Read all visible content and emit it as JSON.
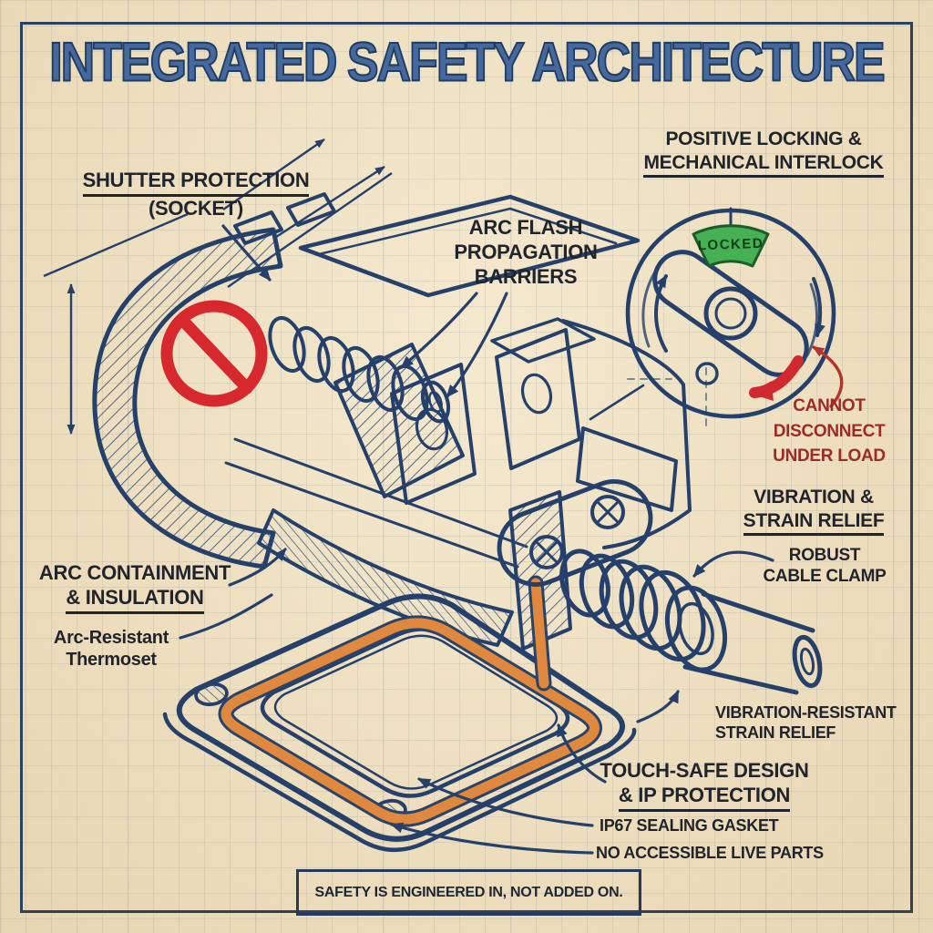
{
  "title": "INTEGRATED SAFETY ARCHITECTURE",
  "labels": {
    "shutter": {
      "line1": "SHUTTER PROTECTION",
      "line2": "(SOCKET)"
    },
    "arc_flash": {
      "line1": "ARC FLASH",
      "line2": "PROPAGATION",
      "line3": "BARRIERS"
    },
    "interlock": {
      "line1": "POSITIVE LOCKING &",
      "line2": "MECHANICAL INTERLOCK"
    },
    "locked_badge": "LOCKED",
    "cannot": {
      "line1": "CANNOT",
      "line2": "DISCONNECT",
      "line3": "UNDER LOAD"
    },
    "vibration": {
      "line1": "VIBRATION &",
      "line2": "STRAIN RELIEF"
    },
    "cable_clamp": {
      "line1": "ROBUST",
      "line2": "CABLE CLAMP"
    },
    "arc_containment": {
      "line1": "ARC CONTAINMENT",
      "line2": "& INSULATION"
    },
    "thermoset": {
      "line1": "Arc-Resistant",
      "line2": "Thermoset"
    },
    "strain_relief": {
      "line1": "VIBRATION-RESISTANT",
      "line2": "STRAIN RELIEF"
    },
    "touch_safe": {
      "line1": "TOUCH-SAFE DESIGN",
      "line2": "& IP PROTECTION"
    },
    "ip67": "IP67 SEALING GASKET",
    "live_parts": "NO ACCESSIBLE LIVE PARTS"
  },
  "footer": {
    "banner": "SAFETY IS ENGINEERED IN, NOT ADDED ON."
  },
  "colors": {
    "ink": "#24406b",
    "label_ink": "#20242c",
    "title_blue": "#45699c",
    "prohibition_red": "#d7282e",
    "warning_red": "#9c2b26",
    "locked_green": "#45b054",
    "gasket_orange": "#e0883d",
    "paper": "#f2e4c6"
  }
}
